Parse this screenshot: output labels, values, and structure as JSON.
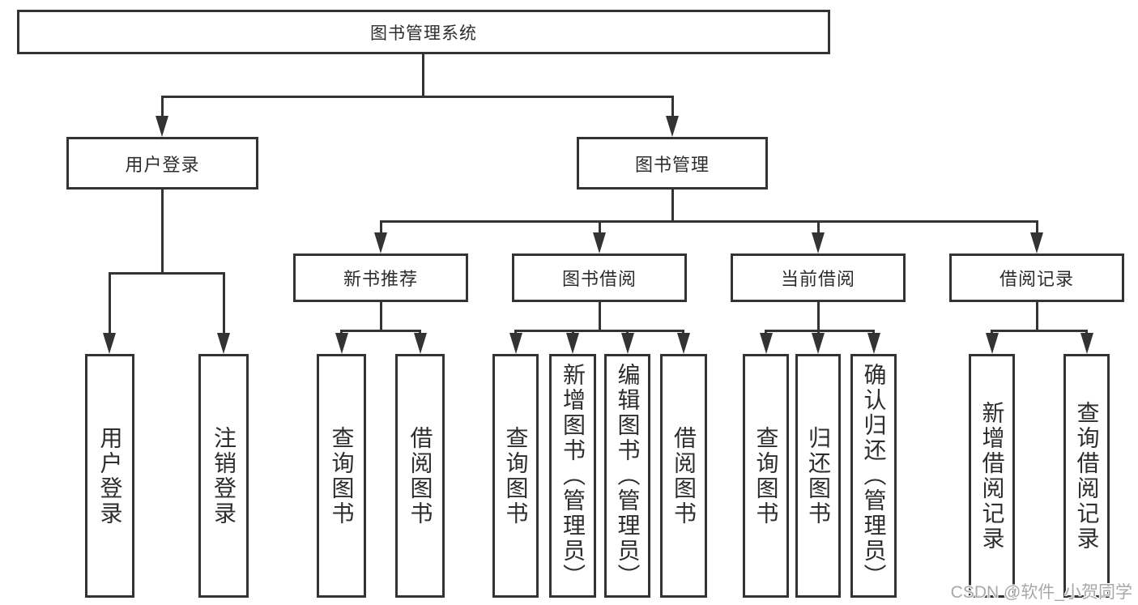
{
  "colors": {
    "background": "#ffffff",
    "line": "#333333",
    "node_border": "#333333",
    "node_text": "#2d2d2d",
    "watermark_text": "#a8a8a8"
  },
  "tree": {
    "root": {
      "label": "图书管理系统"
    },
    "branches": [
      {
        "label": "用户登录",
        "children": [
          {
            "label": "用户登录"
          },
          {
            "label": "注销登录"
          }
        ]
      },
      {
        "label": "图书管理",
        "children": [
          {
            "label": "新书推荐",
            "children": [
              {
                "label": "查询图书"
              },
              {
                "label": "借阅图书"
              }
            ]
          },
          {
            "label": "图书借阅",
            "children": [
              {
                "label": "查询图书"
              },
              {
                "label": "新增图书（管理员）"
              },
              {
                "label": "编辑图书（管理员）"
              },
              {
                "label": "借阅图书"
              }
            ]
          },
          {
            "label": "当前借阅",
            "children": [
              {
                "label": "查询图书"
              },
              {
                "label": "归还图书"
              },
              {
                "label": "确认归还（管理员）"
              }
            ]
          },
          {
            "label": "借阅记录",
            "children": [
              {
                "label": "新增借阅记录"
              },
              {
                "label": "查询借阅记录"
              }
            ]
          }
        ]
      }
    ]
  },
  "watermark": {
    "text": "CSDN @软件_小贺同学"
  }
}
